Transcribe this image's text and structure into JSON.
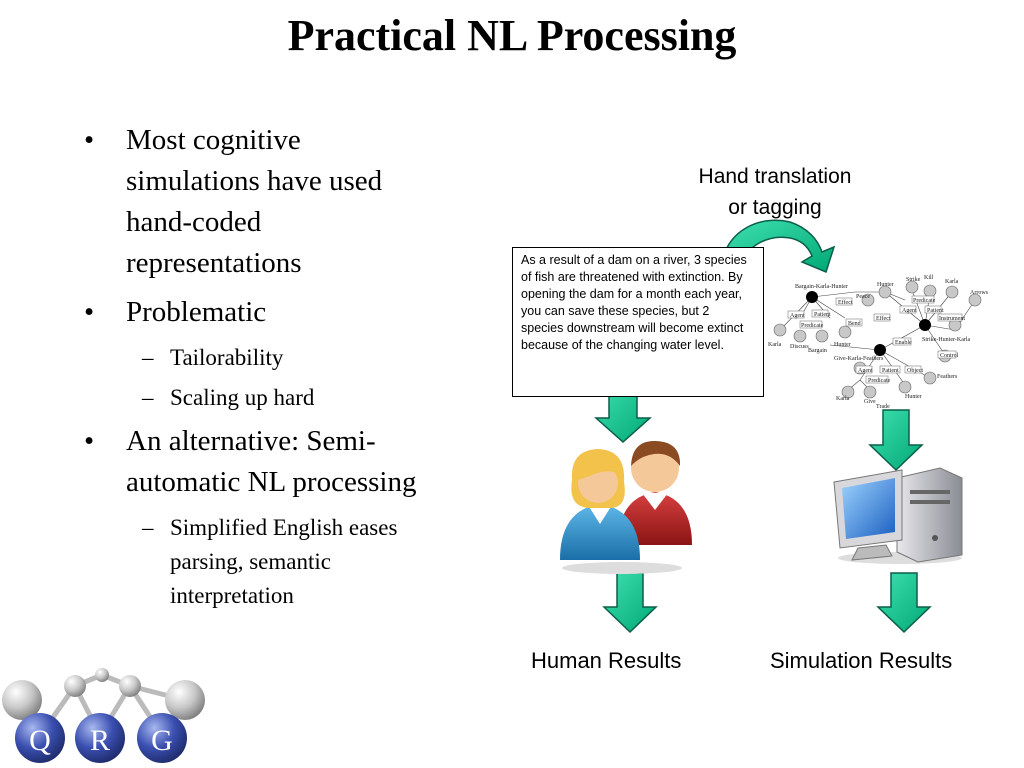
{
  "slide": {
    "title": "Practical NL Processing"
  },
  "bullets": [
    {
      "text": "Most cognitive simulations have used hand-coded representations",
      "lines": [
        "Most cognitive",
        "simulations have used",
        "hand-coded",
        "representations"
      ]
    },
    {
      "text": "Problematic",
      "sub": [
        "Tailorability",
        "Scaling up hard"
      ]
    },
    {
      "lines": [
        "An alternative: Semi-",
        "automatic NL processing"
      ],
      "sub_lines": [
        "Simplified English eases",
        "parsing, semantic",
        "interpretation"
      ]
    }
  ],
  "diagram": {
    "hand_label_lines": [
      "Hand translation",
      "or tagging"
    ],
    "passage_text": "As a result of a dam on a river, 3 species of fish are threatened with extinction. By opening the dam for a month each year, you can save these species, but 2 species downstream will become extinct because of the changing water level.",
    "human_results": "Human Results",
    "simulation_results": "Simulation Results",
    "graph_labels": [
      "Bargain-Karla-Hunter",
      "Hunter",
      "Strike",
      "Kill",
      "Karla",
      "Arrows",
      "Peace",
      "Effect",
      "Predicate",
      "Agent",
      "Patient",
      "Instrument",
      "Effect",
      "Agent",
      "Patient",
      "Predicate",
      "Bend",
      "Strike-Hunter-Karla",
      "Enable",
      "Karla",
      "Discuss",
      "Hunter",
      "Bargain",
      "Give-Karla-Feathers",
      "Control",
      "Agent",
      "Patient",
      "Object",
      "Predicate",
      "Feathers",
      "Karla",
      "Give",
      "Trade",
      "Hunter"
    ]
  },
  "logo": {
    "letters": [
      "Q",
      "R",
      "G"
    ]
  },
  "colors": {
    "arrow_fill": "#00c98c",
    "arrow_stroke": "#0b5e4a",
    "logo_blue": "#2f3f8f"
  }
}
